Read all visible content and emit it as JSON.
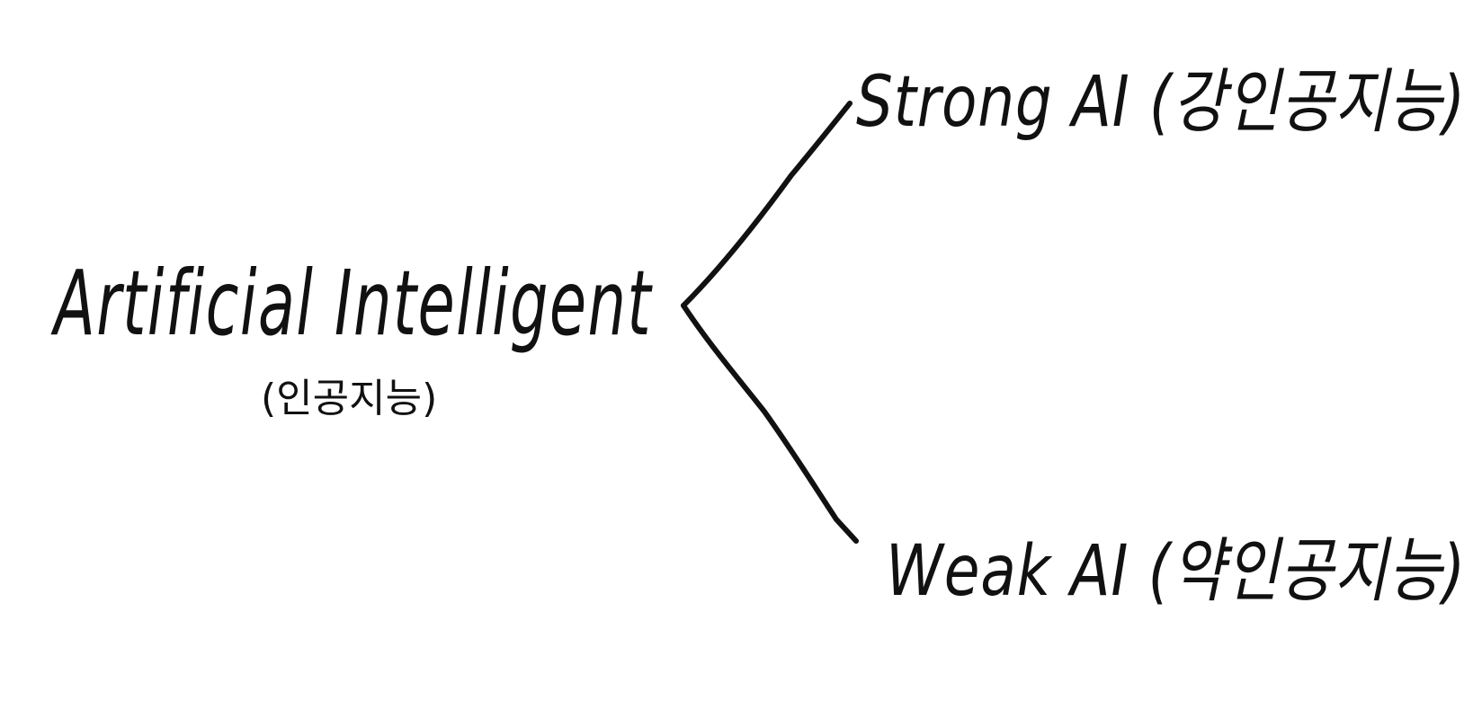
{
  "diagram": {
    "root": {
      "label": "Artificial Intelligent",
      "sublabel": "(인공지능)"
    },
    "branches": [
      {
        "label": "Strong AI (강인공지능)"
      },
      {
        "label": "Weak AI (약인공지능)"
      }
    ],
    "colors": {
      "ink": "#111111",
      "background": "#ffffff"
    }
  }
}
